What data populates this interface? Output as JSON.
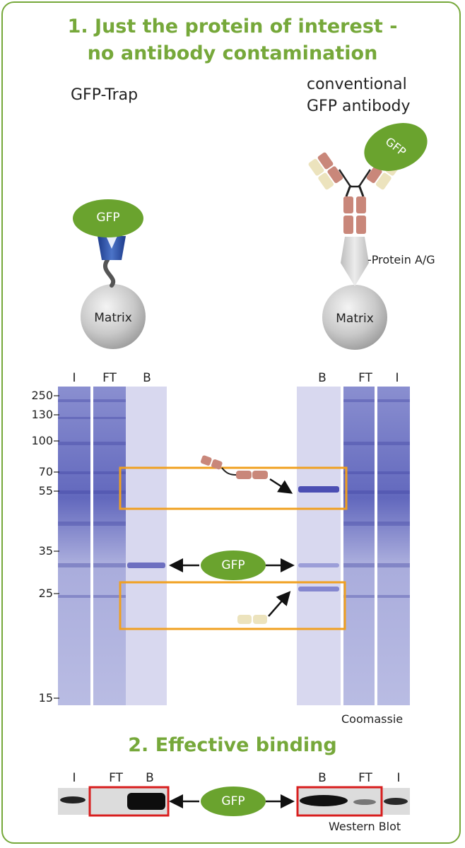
{
  "section1": {
    "title_line1": "1. Just the protein of interest -",
    "title_line2": "no antibody contamination"
  },
  "gfp_trap": {
    "label": "GFP-Trap",
    "gfp": "GFP",
    "matrix": "Matrix"
  },
  "conventional": {
    "label_line1": "conventional",
    "label_line2": "GFP antibody",
    "gfp": "GFP",
    "protein_ag": "-Protein A/G",
    "matrix": "Matrix"
  },
  "gel": {
    "left_lanes": [
      "I",
      "FT",
      "B"
    ],
    "right_lanes": [
      "B",
      "FT",
      "I"
    ],
    "markers": [
      "250",
      "130",
      "100",
      "70",
      "55",
      "35",
      "25",
      "15"
    ],
    "center_gfp": "GFP",
    "caption": "Coomassie"
  },
  "section2": {
    "title": "2. Effective binding",
    "left_lanes": [
      "I",
      "FT",
      "B"
    ],
    "right_lanes": [
      "B",
      "FT",
      "I"
    ],
    "center_gfp": "GFP",
    "caption": "Western Blot"
  },
  "colors": {
    "accent_green": "#76a83a",
    "gfp_green": "#6aa32e",
    "highlight_orange": "#f0a020",
    "box_red": "#d81e1e",
    "antibody_heavy": "#c9877a",
    "antibody_light": "#ece3bd"
  }
}
